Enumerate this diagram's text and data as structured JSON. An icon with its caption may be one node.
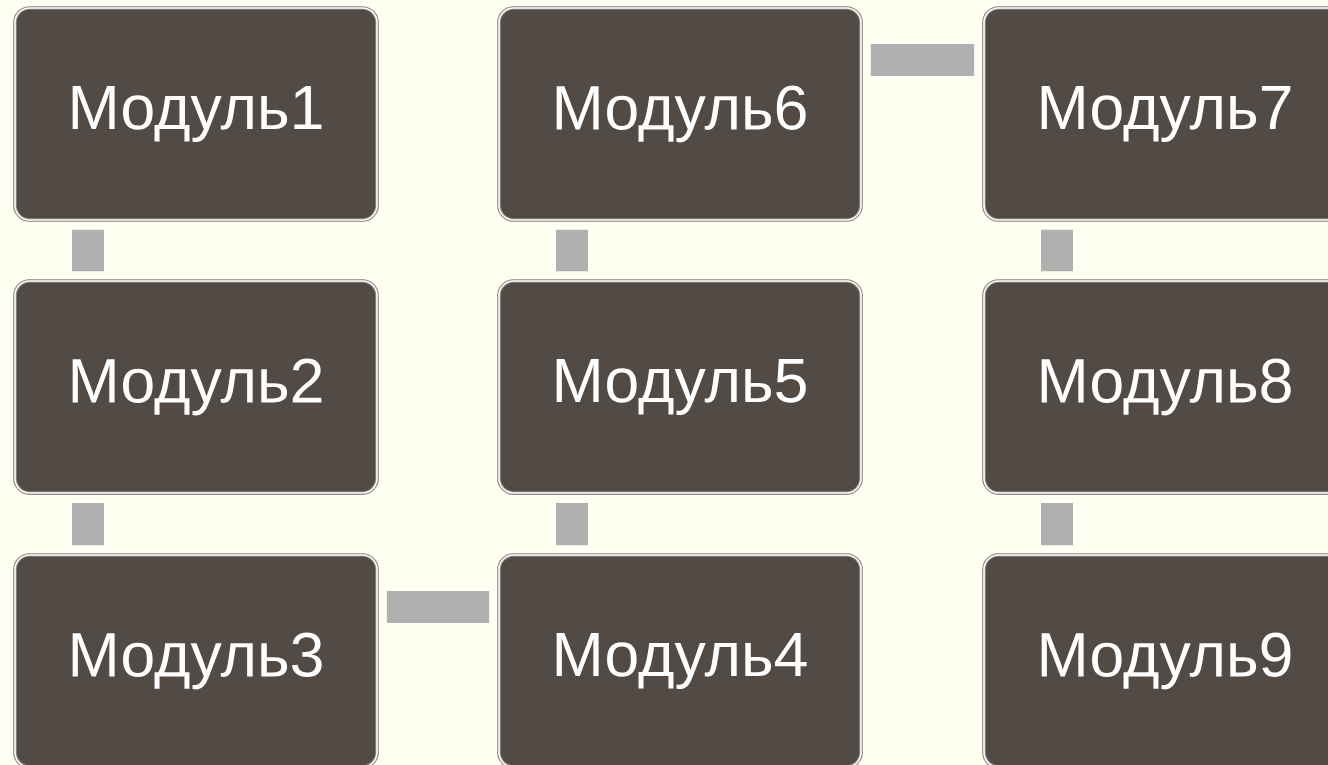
{
  "diagram": {
    "nodes": [
      {
        "text": [
          "Модуль1"
        ]
      },
      {
        "text": [
          "Модуль2"
        ]
      },
      {
        "text": [
          "Модуль3"
        ]
      },
      {
        "text": [
          "Модуль4"
        ]
      },
      {
        "text": [
          "Модуль5"
        ]
      },
      {
        "text": [
          "Модуль6"
        ]
      },
      {
        "text": [
          "Модуль7"
        ]
      },
      {
        "text": [
          "Модуль8"
        ]
      },
      {
        "text": [
          "Модуль9"
        ]
      }
    ],
    "edges": [
      {
        "from": 0,
        "to": 1,
        "arrow": "none"
      },
      {
        "from": 1,
        "to": 2,
        "arrow": "none"
      },
      {
        "from": 2,
        "to": 3,
        "arrow": "none"
      },
      {
        "from": 3,
        "to": 4,
        "arrow": "none"
      },
      {
        "from": 4,
        "to": 5,
        "arrow": "none"
      },
      {
        "from": 5,
        "to": 6,
        "arrow": "none"
      },
      {
        "from": 6,
        "to": 7,
        "arrow": "none"
      },
      {
        "from": 7,
        "to": 8,
        "arrow": "none"
      }
    ]
  }
}
